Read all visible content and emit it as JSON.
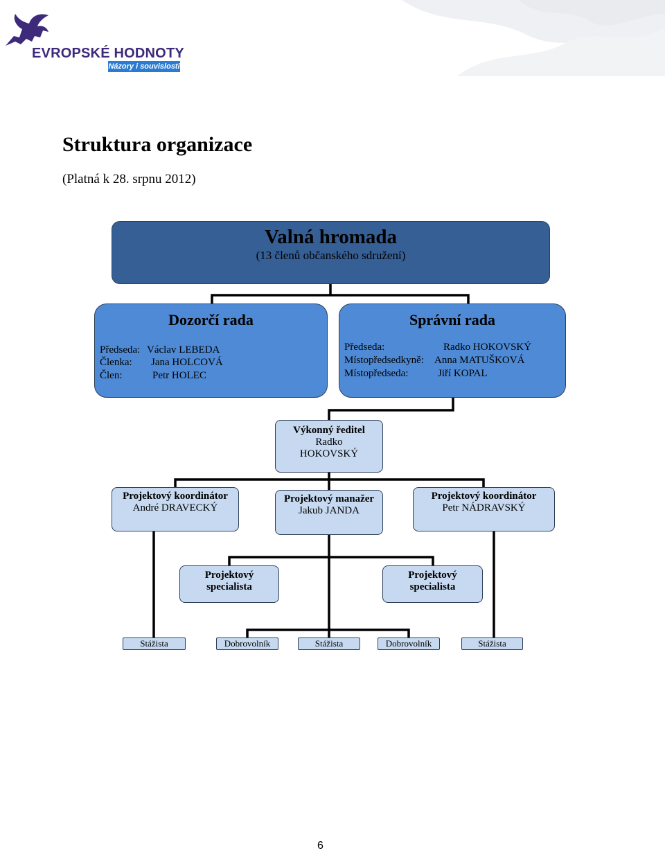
{
  "header": {
    "logo_title": "EVROPSKÉ HODNOTY",
    "logo_tagline": "Názory i souvislosti"
  },
  "page": {
    "title": "Struktura organizace",
    "subtitle": "(Platná k 28. srpnu 2012)",
    "page_number": "6"
  },
  "org": {
    "general_assembly": {
      "title": "Valná hromada",
      "subtitle": "(13 členů občanského sdružení)"
    },
    "supervisory_board": {
      "title": "Dozorčí rada",
      "members": [
        {
          "role": "Předseda:",
          "name": "Václav LEBEDA"
        },
        {
          "role": "Členka:",
          "name": "Jana HOLCOVÁ"
        },
        {
          "role": "Člen:",
          "name": "Petr HOLEC"
        }
      ]
    },
    "management_board": {
      "title": "Správní rada",
      "members": [
        {
          "role": "Předseda:",
          "name": "Radko HOKOVSKÝ"
        },
        {
          "role": "Místopředsedkyně:",
          "name": "Anna MATUŠKOVÁ"
        },
        {
          "role": "Místopředseda:",
          "name": "Jiří KOPAL"
        }
      ]
    },
    "executive_director": {
      "title": "Výkonný ředitel",
      "name_line1": "Radko",
      "name_line2": "HOKOVSKÝ"
    },
    "project_coordinator_left": {
      "title": "Projektový koordinátor",
      "name": "André DRAVECKÝ"
    },
    "project_manager": {
      "title": "Projektový manažer",
      "name": "Jakub JANDA"
    },
    "project_coordinator_right": {
      "title": "Projektový koordinátor",
      "name": "Petr NÁDRAVSKÝ"
    },
    "specialist_left": {
      "line1": "Projektový",
      "line2": "specialista"
    },
    "specialist_right": {
      "line1": "Projektový",
      "line2": "specialista"
    },
    "bottom": [
      "Stážista",
      "Dobrovolník",
      "Stážista",
      "Dobrovolník",
      "Stážista"
    ]
  },
  "colors": {
    "dark_box": "#355f95",
    "mid_box": "#4e8ad6",
    "light_box": "#c6d9f0",
    "tagline_bg": "#2a7bd2",
    "logo_text": "#3d2a7a"
  }
}
